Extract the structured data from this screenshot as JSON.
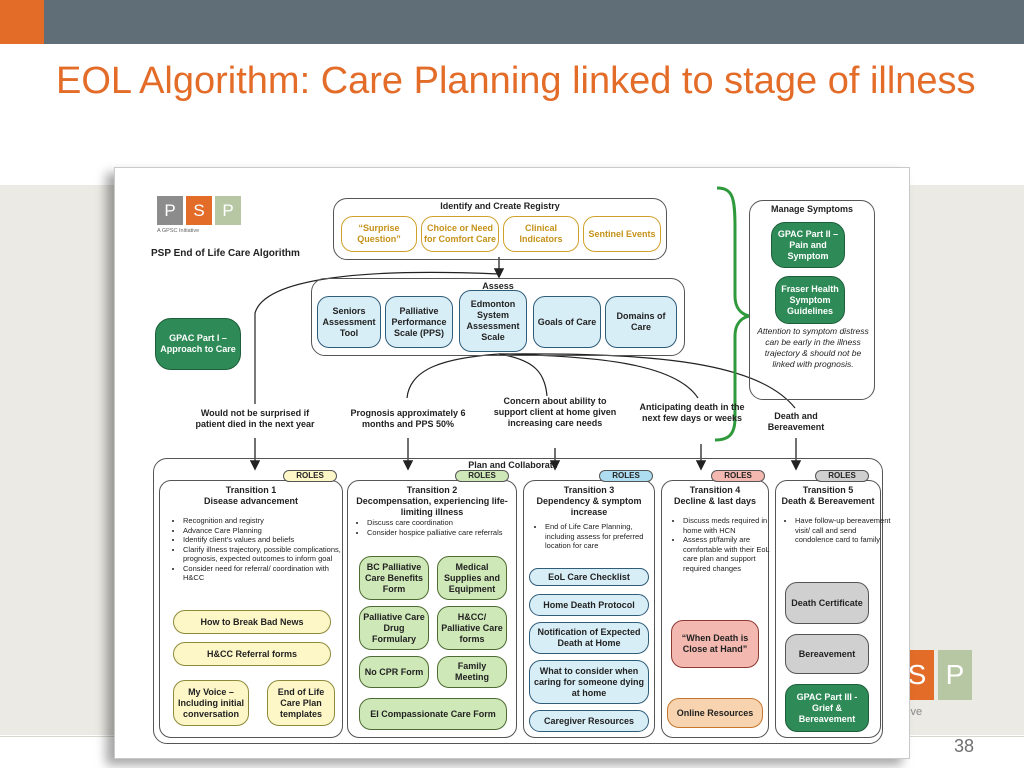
{
  "slide": {
    "title": "EOL Algorithm: Care Planning linked to stage of illness",
    "page_number": "38",
    "bg_logo_letters": [
      "S",
      "P"
    ],
    "bg_tagline": "ive"
  },
  "colors": {
    "orange_accent": "#e36c29",
    "topbar": "#5f6e77",
    "logo_grey": "#8c8c8c",
    "logo_orange": "#e36c29",
    "logo_sage": "#b7c7a3"
  },
  "diagram": {
    "logo_letters": [
      "P",
      "S",
      "P"
    ],
    "logo_sub": "A GPSC Initiative",
    "algorithm_title": "PSP End of Life Care Algorithm",
    "registry": {
      "title": "Identify and Create Registry",
      "items": [
        "“Surprise Question”",
        "Choice or Need for Comfort Care",
        "Clinical Indicators",
        "Sentinel Events"
      ]
    },
    "assess": {
      "title": "Assess",
      "items": [
        "Seniors Assessment Tool",
        "Palliative Performance Scale (PPS)",
        "Edmonton System Assessment Scale",
        "Goals of Care",
        "Domains of Care"
      ]
    },
    "gpac1": "GPAC Part I – Approach to Care",
    "manage": {
      "title": "Manage Symptoms",
      "gpac2": "GPAC Part II – Pain and Symptom",
      "fraser": "Fraser Health Symptom Guidelines",
      "note": "Attention to symptom distress can be early in the illness trajectory & should not be linked with prognosis."
    },
    "triggers": [
      "Would not be surprised if patient died in the next year",
      "Prognosis approximately 6 months and PPS 50%",
      "Concern about ability to support client at home given increasing care needs",
      "Anticipating death in the next few days or weeks",
      "Death and Bereavement"
    ],
    "plan_title": "Plan and Collaborate",
    "roles_label": "ROLES",
    "transitions": [
      {
        "heading": "Transition 1\nDisease advancement",
        "bullets": [
          "Recognition and registry",
          "Advance Care Planning",
          "Identify client's values and beliefs",
          "Clarify illness trajectory, possible complications, prognosis, expected outcomes to inform goal",
          "Consider need for referral/ coordination with H&CC"
        ],
        "resources": [
          "How to Break Bad News",
          "H&CC Referral forms",
          "My Voice – Including initial conversation",
          "End of Life Care Plan templates"
        ]
      },
      {
        "heading": "Transition 2\nDecompensation, experiencing life-limiting illness",
        "bullets": [
          "Discuss care coordination",
          "Consider hospice palliative care referrals"
        ],
        "resources": [
          "BC Palliative Care Benefits Form",
          "Medical Supplies and Equipment",
          "Palliative Care Drug Formulary",
          "H&CC/ Palliative Care forms",
          "No CPR Form",
          "Family Meeting",
          "EI Compassionate Care Form"
        ]
      },
      {
        "heading": "Transition 3\nDependency & symptom increase",
        "bullets": [
          "End of Life Care Planning, including assess for preferred location for care"
        ],
        "resources": [
          "EoL Care Checklist",
          "Home Death Protocol",
          "Notification of Expected Death at Home",
          "What to consider when caring for someone dying at home",
          "Caregiver Resources"
        ]
      },
      {
        "heading": "Transition 4\nDecline & last days",
        "bullets": [
          "Discuss meds required in home with HCN",
          "Assess pt/family are comfortable with their EoL care plan and support  required changes"
        ],
        "resources": [
          "“When Death is Close at Hand”",
          "Online Resources"
        ]
      },
      {
        "heading": "Transition 5\nDeath & Bereavement",
        "bullets": [
          "Have follow-up bereavement visit/ call and send condolence card to family"
        ],
        "resources": [
          "Death Certificate",
          "Bereavement",
          "GPAC Part III - Grief & Bereavement"
        ]
      }
    ]
  }
}
